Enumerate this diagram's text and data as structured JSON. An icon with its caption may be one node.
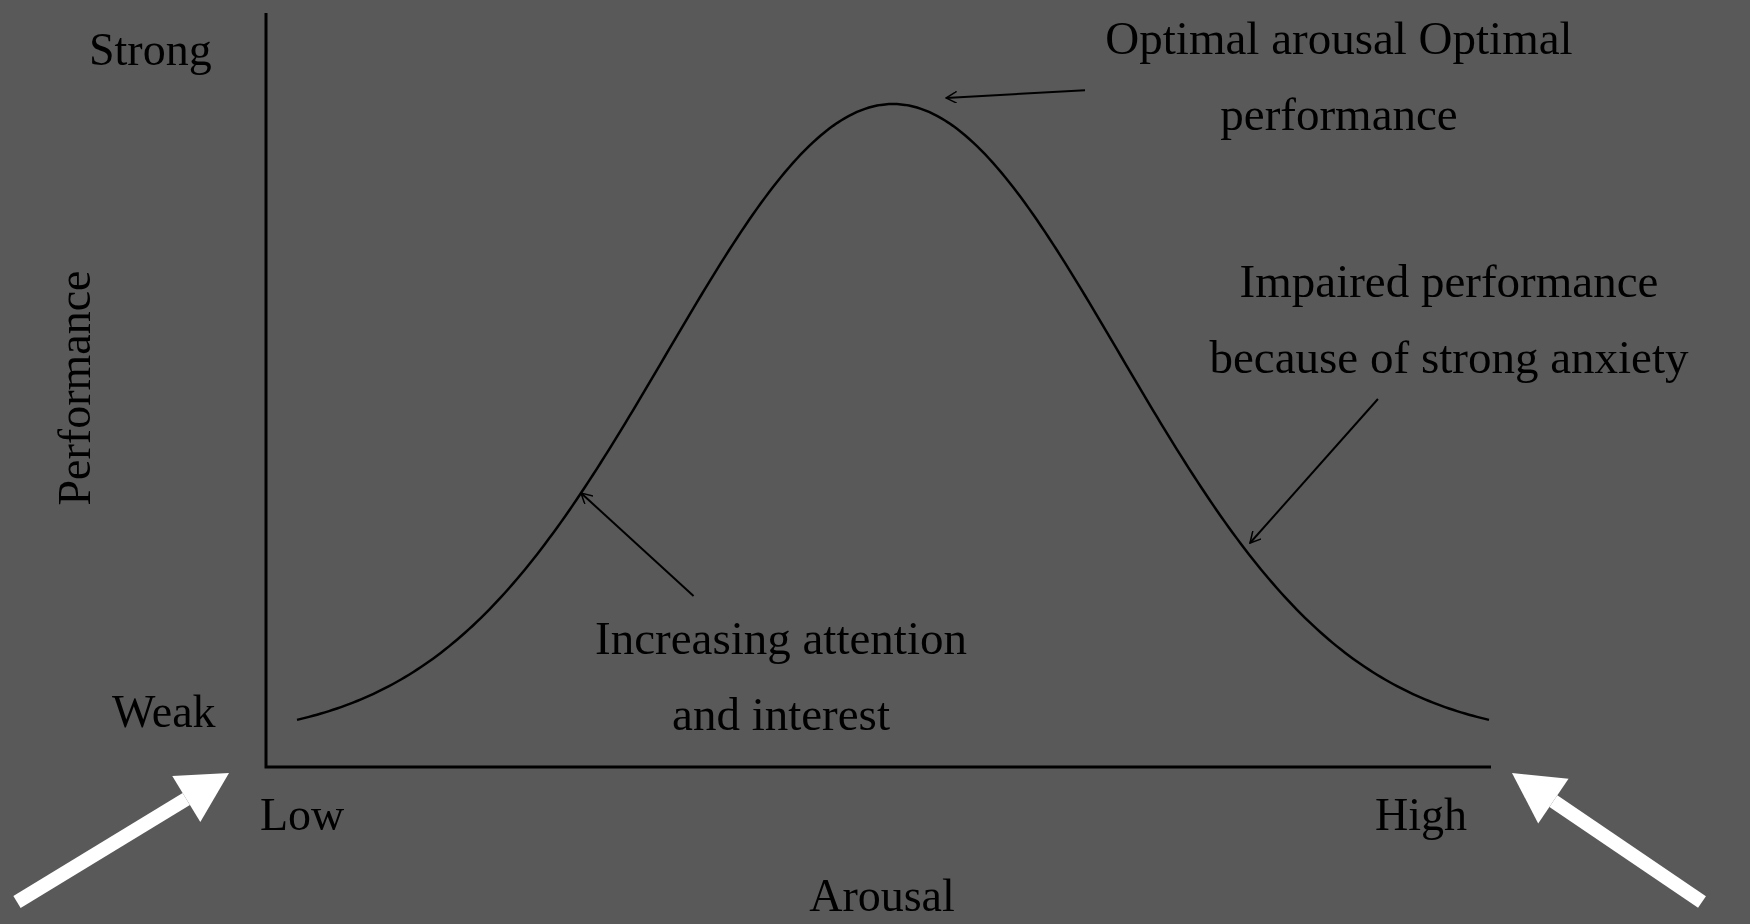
{
  "diagram": {
    "nodes": [
      {
        "text": [
          "Optimal arousal Optimal performance"
        ]
      },
      {
        "text": [
          "Impaired performance because of strong anxiety"
        ]
      },
      {
        "text": [
          "Increasing attention and interest"
        ]
      }
    ],
    "edges": [
      {
        "from": 0,
        "to": null,
        "arrow": "to"
      },
      {
        "from": 1,
        "to": null,
        "arrow": "to"
      },
      {
        "from": 2,
        "to": null,
        "arrow": "to"
      }
    ],
    "labels": [
      "Strong",
      "Performance",
      "Weak",
      "Low",
      "High",
      "Arousal"
    ]
  }
}
